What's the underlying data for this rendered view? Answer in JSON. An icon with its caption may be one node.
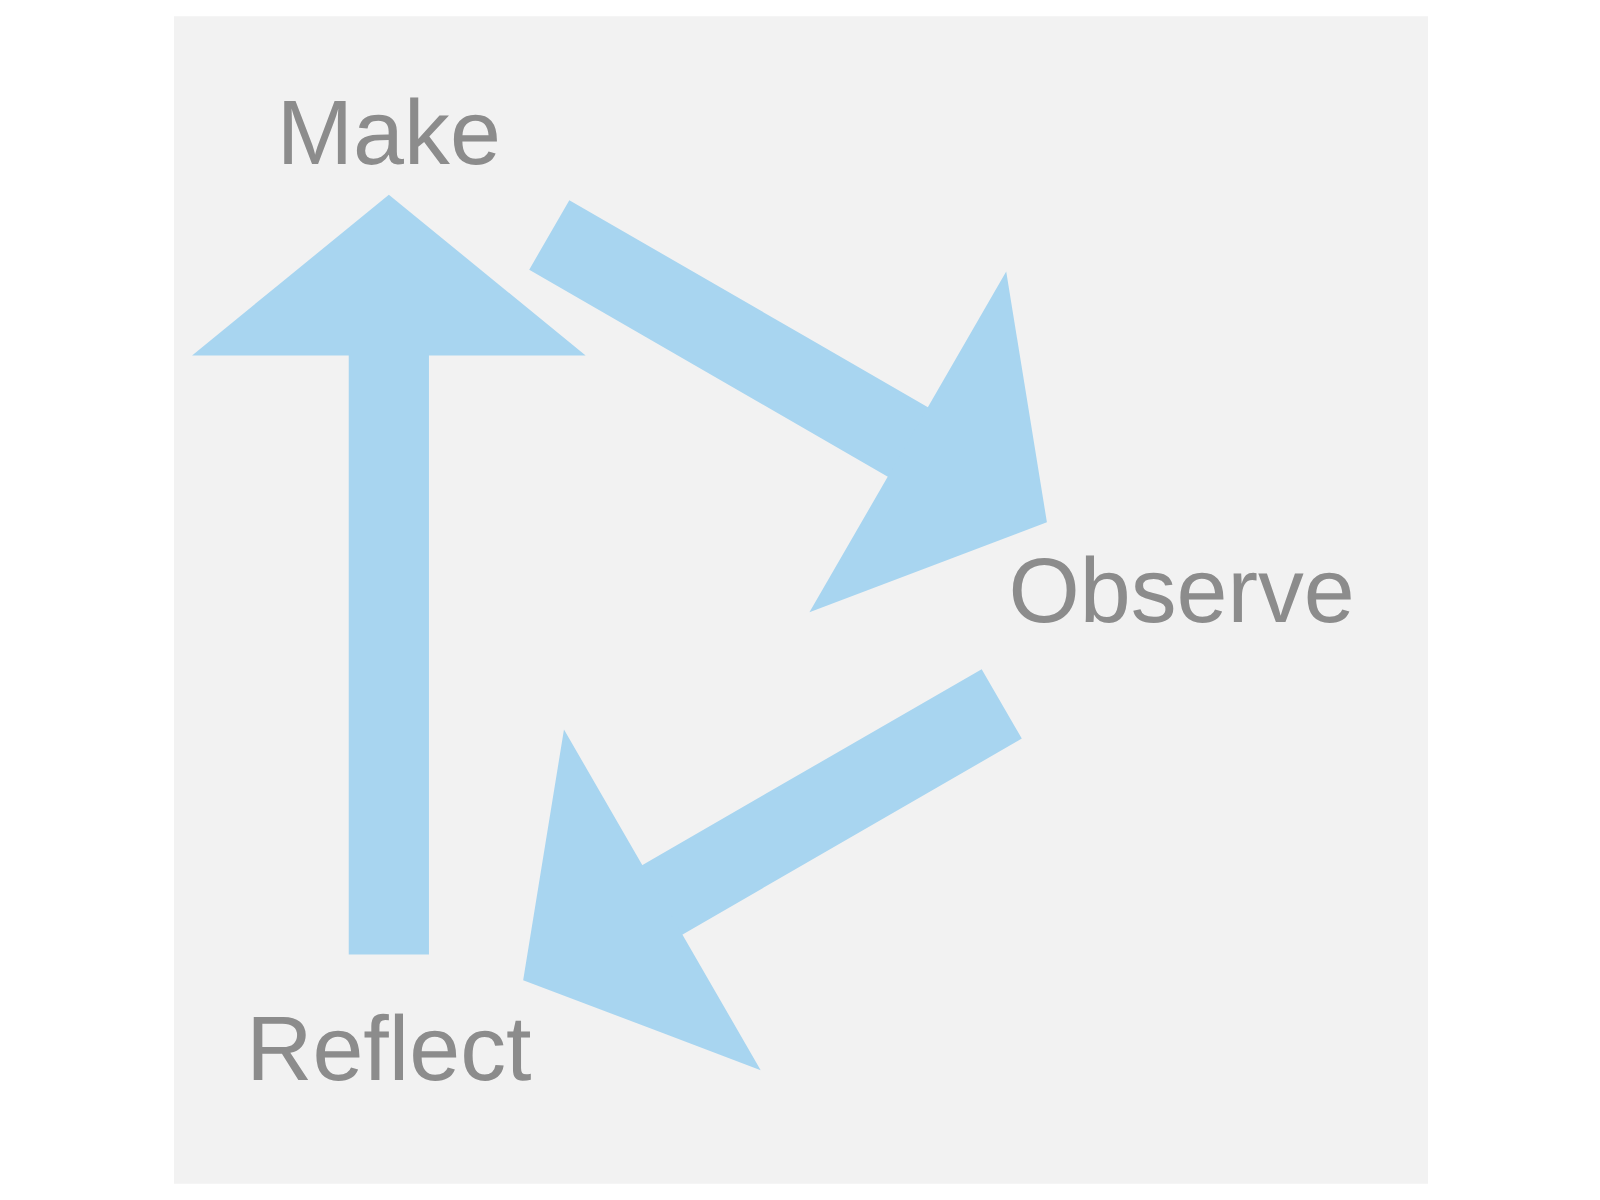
{
  "diagram": {
    "nodes": [
      {
        "text": [
          "Reflect"
        ]
      },
      {
        "text": [
          "Make"
        ]
      },
      {
        "text": [
          "Observe"
        ]
      }
    ],
    "edges": [
      {
        "from": 0,
        "to": 1,
        "arrow": "to"
      },
      {
        "from": 1,
        "to": 2,
        "arrow": "to"
      },
      {
        "from": 2,
        "to": 0,
        "arrow": "to"
      }
    ]
  }
}
